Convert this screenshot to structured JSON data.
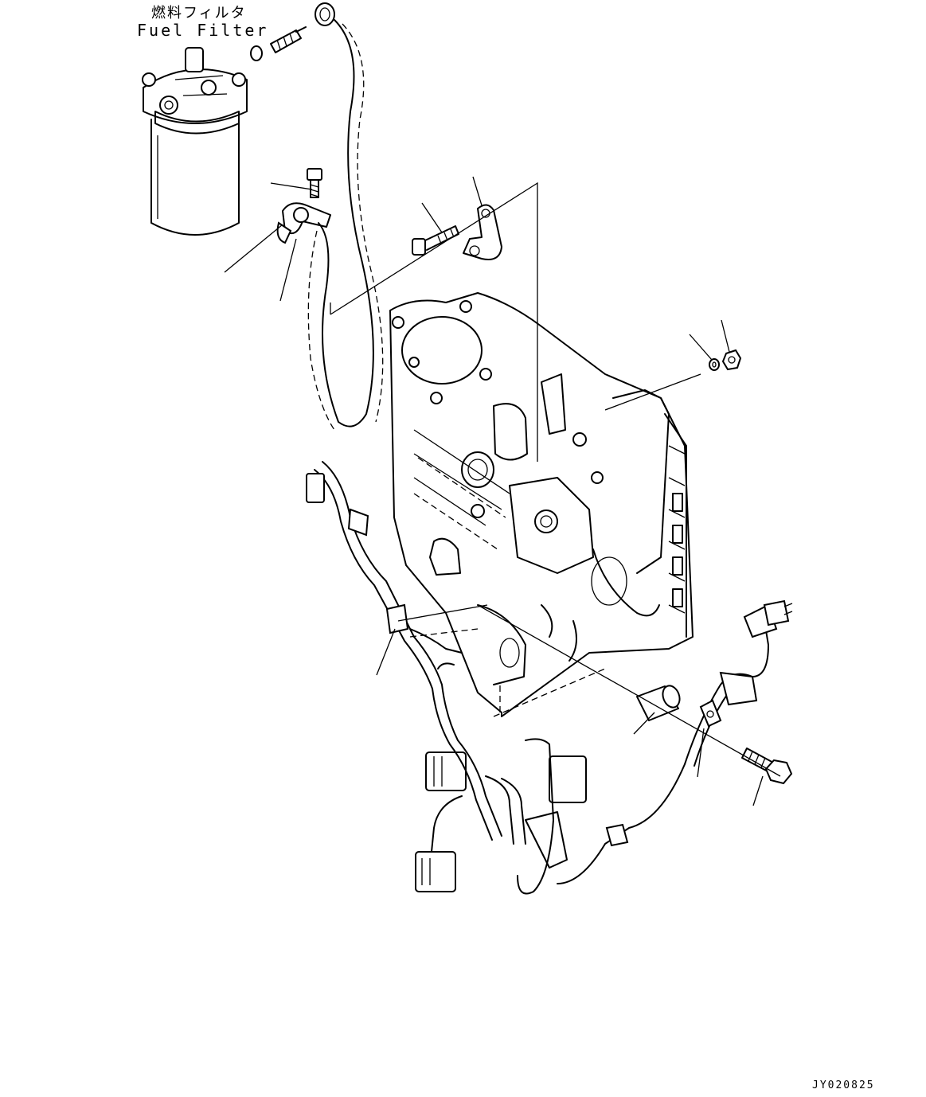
{
  "title_jp": "燃料フィルタ",
  "title_en": "Fuel Filter",
  "drawing_code": "JY020825"
}
